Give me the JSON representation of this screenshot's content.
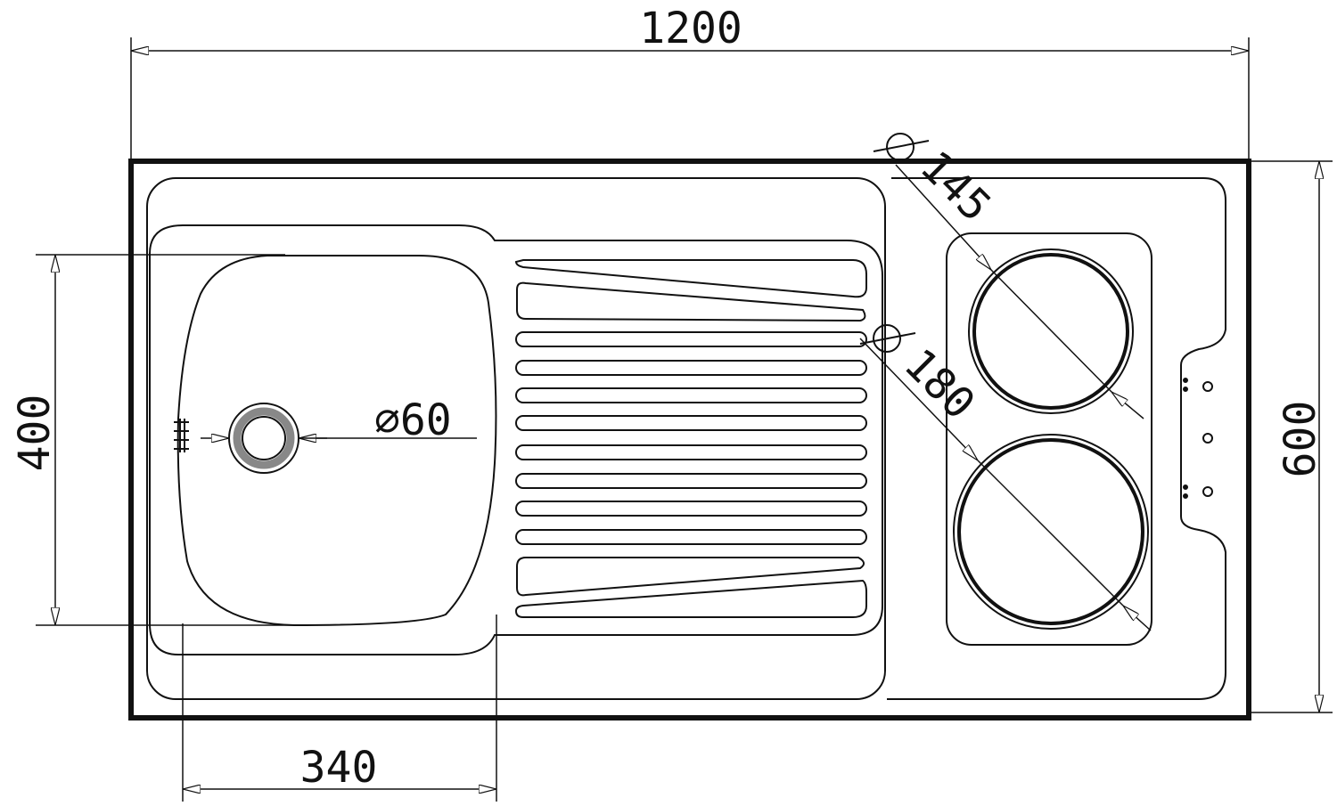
{
  "dimensions": {
    "overall_width": "1200",
    "overall_depth": "600",
    "bowl_depth": "400",
    "bowl_width": "340",
    "drain_diameter": "⌀60",
    "small_hotplate_diameter": "145",
    "large_hotplate_diameter": "180"
  },
  "colors": {
    "line": "#111111",
    "background": "#ffffff",
    "drain_ring": "#888888"
  }
}
